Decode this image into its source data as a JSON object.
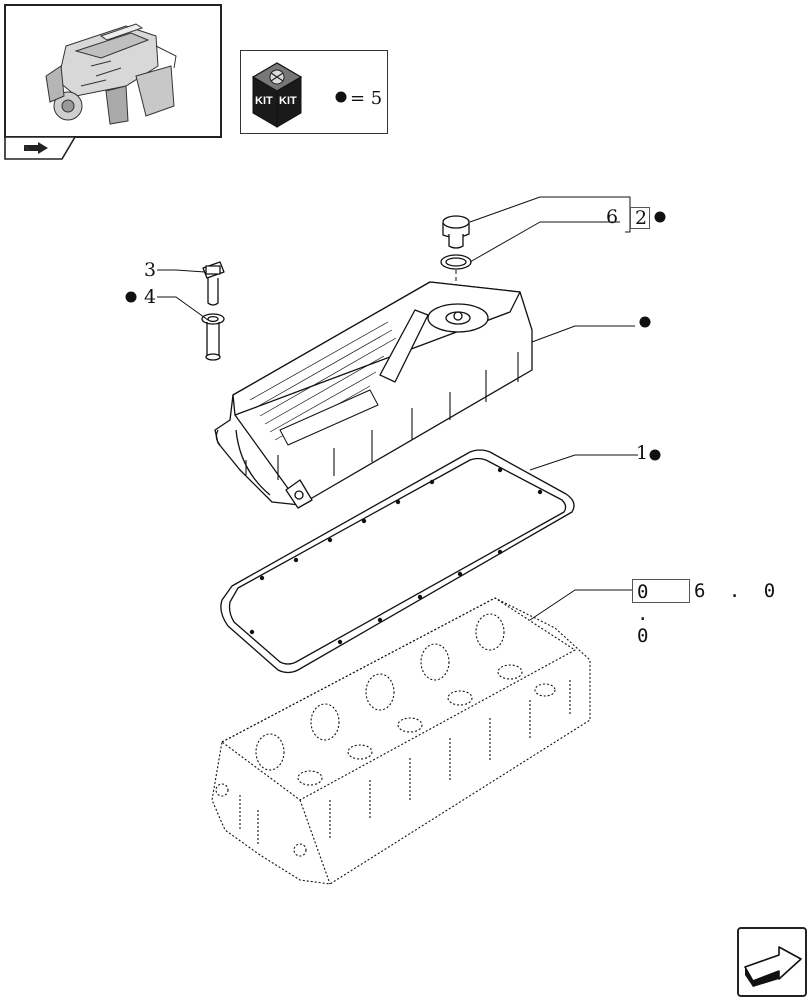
{
  "kit_legend": {
    "kit_label_left": "KIT",
    "kit_label_right": "KIT",
    "equals_text": "= 5"
  },
  "callouts": {
    "item_1": "1",
    "item_2": "2",
    "item_3": "3",
    "item_4": "4",
    "item_6": "6"
  },
  "reference": {
    "ref_boxed_part": "0 . 0",
    "ref_rest_part": "6 . 0"
  },
  "icons": {
    "thumbnail": "engine-thumbnail-icon",
    "thumbnail_tab": "arrow-back-icon",
    "kit": "kit-box-icon",
    "bullet": "kit-bullet-icon",
    "nav": "next-page-arrow-icon"
  }
}
